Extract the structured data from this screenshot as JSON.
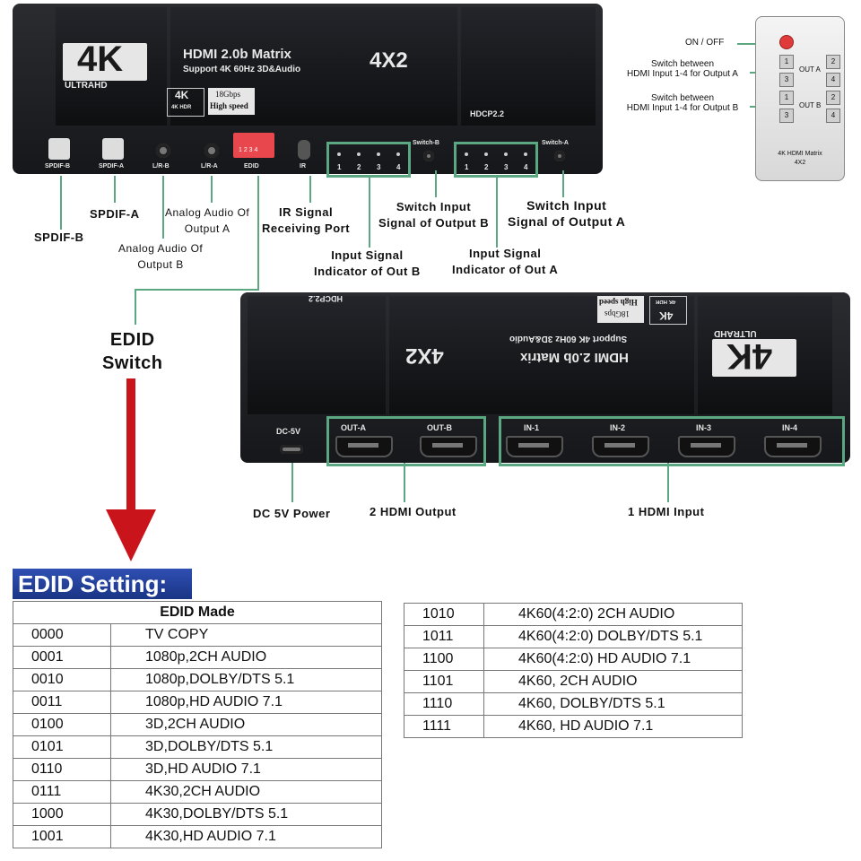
{
  "top_device": {
    "logo_main": "4K",
    "logo_sub": "ULTRAHD",
    "title": "HDMI 2.0b Matrix",
    "title_size": "4X2",
    "subtitle": "Support 4K 60Hz 3D&Audio",
    "badge_4k": "4K",
    "badge_4k_sub": "4K HDR",
    "badge_speed_1": "18Gbps",
    "badge_speed_2": "High speed",
    "hdcp": "HDCP2.2",
    "ports": {
      "spdif_b": "SPDIF-B",
      "spdif_a": "SPDIF-A",
      "lr_b": "L/R-B",
      "lr_a": "L/R-A",
      "edid": "EDID",
      "ir": "IR",
      "switch_b": "Switch-B",
      "switch_a": "Switch-A"
    },
    "led_numbers": [
      "1",
      "2",
      "3",
      "4"
    ],
    "dip_numbers": "1 2 3 4"
  },
  "callouts": {
    "spdif_b": "SPDIF-B",
    "spdif_a": "SPDIF-A",
    "analog_a": [
      "Analog Audio Of",
      "Output A"
    ],
    "analog_b": [
      "Analog Audio Of",
      "Output B"
    ],
    "ir": [
      "IR Signal",
      "Receiving Port"
    ],
    "switch_b": [
      "Switch Input",
      "Signal of Output B"
    ],
    "switch_a": [
      "Switch Input",
      "Signal of Output A"
    ],
    "indicator_b": [
      "Input Signal",
      "Indicator of Out B"
    ],
    "indicator_a": [
      "Input Signal",
      "Indicator of Out A"
    ],
    "edid_switch": [
      "EDID",
      "Switch"
    ],
    "dc_power": "DC 5V Power",
    "hdmi_output": "2 HDMI Output",
    "hdmi_input": "1 HDMI Input"
  },
  "bottom_device": {
    "dc": "DC-5V",
    "outputs": [
      "OUT-A",
      "OUT-B"
    ],
    "inputs": [
      "IN-1",
      "IN-2",
      "IN-3",
      "IN-4"
    ]
  },
  "remote": {
    "on_off_label": "ON / OFF",
    "switch_a_label": [
      "Switch between",
      "HDMI Input 1-4 for Output A"
    ],
    "switch_b_label": [
      "Switch between",
      "HDMI Input 1-4 for Output B"
    ],
    "out_a": "OUT A",
    "out_b": "OUT B",
    "buttons_a": [
      "1",
      "2",
      "3",
      "4"
    ],
    "buttons_b": [
      "1",
      "2",
      "3",
      "4"
    ],
    "model": [
      "4K HDMI Matrix",
      "4X2"
    ]
  },
  "edid": {
    "banner": "EDID Setting:",
    "header": "EDID Made",
    "rows_left": [
      [
        "0000",
        "TV COPY"
      ],
      [
        "0001",
        "1080p,2CH AUDIO"
      ],
      [
        "0010",
        "1080p,DOLBY/DTS 5.1"
      ],
      [
        "0011",
        "1080p,HD AUDIO 7.1"
      ],
      [
        "0100",
        "3D,2CH AUDIO"
      ],
      [
        "0101",
        "3D,DOLBY/DTS 5.1"
      ],
      [
        "0110",
        "3D,HD AUDIO 7.1"
      ],
      [
        "0111",
        "4K30,2CH AUDIO"
      ],
      [
        "1000",
        "4K30,DOLBY/DTS 5.1"
      ],
      [
        "1001",
        "4K30,HD AUDIO 7.1"
      ]
    ],
    "rows_right": [
      [
        "1010",
        "4K60(4:2:0) 2CH AUDIO"
      ],
      [
        "1011",
        "4K60(4:2:0) DOLBY/DTS 5.1"
      ],
      [
        "1100",
        "4K60(4:2:0) HD AUDIO 7.1"
      ],
      [
        "1101",
        "4K60, 2CH AUDIO"
      ],
      [
        "1110",
        "4K60, DOLBY/DTS 5.1"
      ],
      [
        "1111",
        "4K60, HD AUDIO  7.1"
      ]
    ]
  },
  "colors": {
    "highlight": "#5aa782",
    "arrow": "#c8141a",
    "banner": "#2a47a8",
    "dip": "#e8474d"
  }
}
